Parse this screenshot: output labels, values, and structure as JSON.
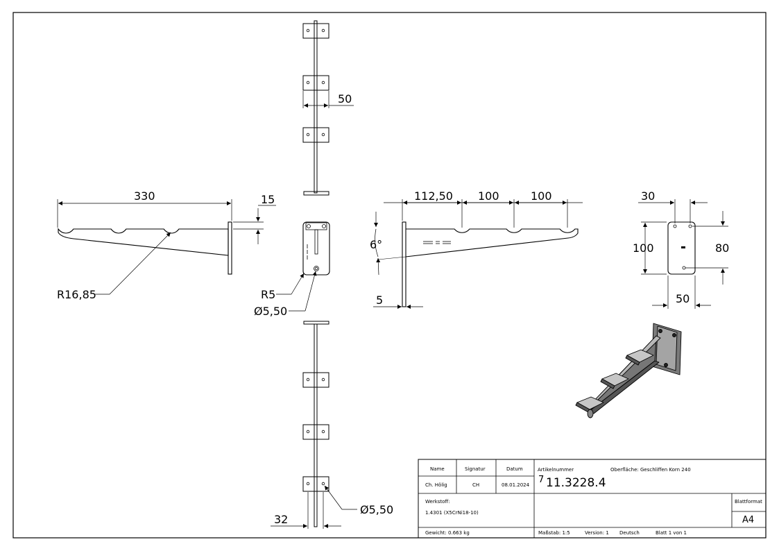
{
  "dimensions": {
    "front_total_length": "330",
    "front_bar_thickness": "15",
    "front_radius": "R16,85",
    "top_width": "50",
    "mid_radius": "R5",
    "mid_hole": "Ø5,50",
    "bottom_hole": "Ø5,50",
    "bottom_width": "32",
    "side_seg_1": "112,50",
    "side_seg_2": "100",
    "side_seg_3": "100",
    "side_angle": "6°",
    "side_thickness": "5",
    "plate_hole_offset": "30",
    "plate_height": "100",
    "plate_hole_spacing": "80",
    "plate_width": "50"
  },
  "title_block": {
    "headers": {
      "name": "Name",
      "signatur": "Signatur",
      "datum": "Datum"
    },
    "name": "Ch. Hölig",
    "signatur": "CH",
    "datum": "08.01.2024",
    "artikelnummer_label": "Artikelnummer",
    "oberflaeche": "Oberfläche:  Geschliffen Korn 240",
    "article_prefix": "7",
    "article_number": "11.3228.4",
    "werkstoff_label": "Werkstoff:",
    "werkstoff": "1.4301 (X5CrNi18-10)",
    "blattformat_label": "Blattformat",
    "blattformat": "A4",
    "gewicht": "Gewicht: 0.663 kg",
    "massstab": "Maßstab: 1:5",
    "version": "Version: 1",
    "sprache": "Deutsch",
    "blatt": "Blatt 1 von 1"
  }
}
